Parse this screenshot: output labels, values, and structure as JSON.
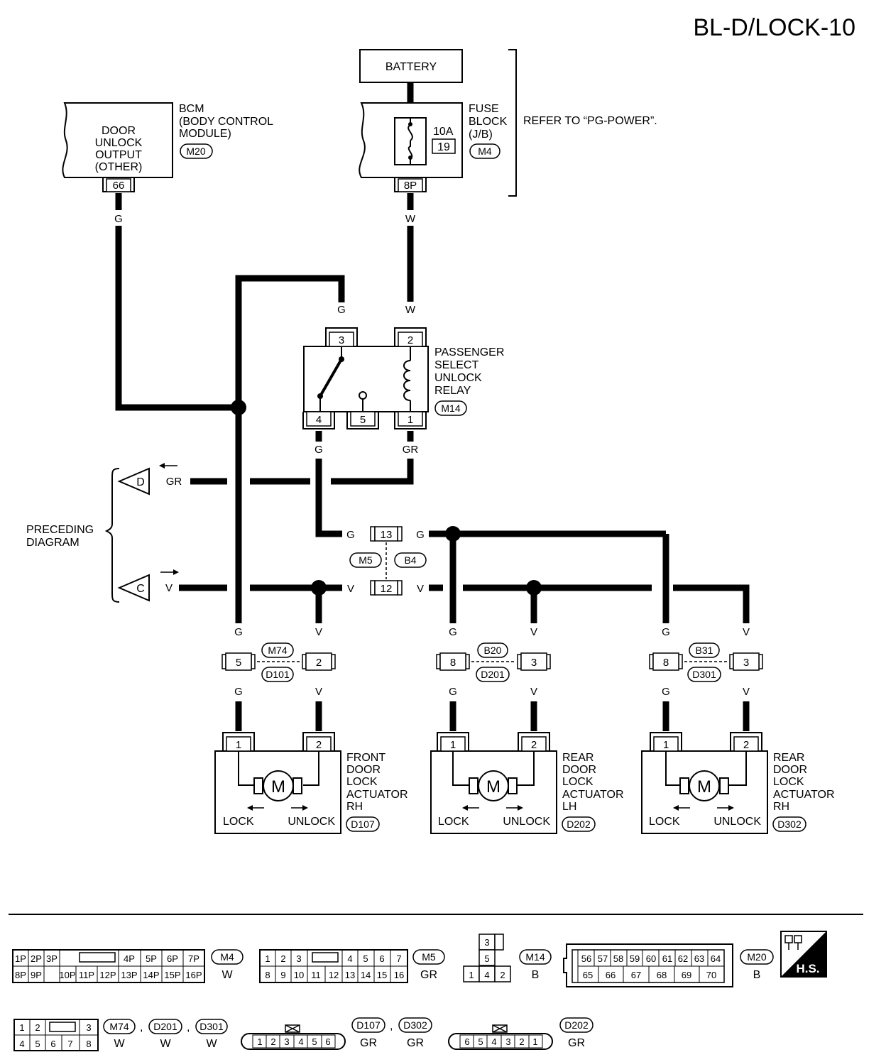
{
  "page_id": "BL-D/LOCK-10",
  "battery": {
    "label": "BATTERY"
  },
  "fuse_block": {
    "name_lines": [
      "FUSE",
      "BLOCK",
      "(J/B)"
    ],
    "connector": "M4",
    "rating": "10A",
    "fuse_no": "19",
    "terminal": "8P",
    "refer": "REFER TO “PG-POWER”."
  },
  "bcm": {
    "name_lines": [
      "BCM",
      "(BODY CONTROL",
      "MODULE)"
    ],
    "connector": "M20",
    "inner_lines": [
      "DOOR",
      "UNLOCK",
      "OUTPUT",
      "(OTHER)"
    ],
    "terminal": "66"
  },
  "relay": {
    "name_lines": [
      "PASSENGER",
      "SELECT",
      "UNLOCK",
      "RELAY"
    ],
    "connector": "M14",
    "pins": {
      "p3": "3",
      "p2": "2",
      "p4": "4",
      "p5": "5",
      "p1": "1"
    }
  },
  "preceding": {
    "label_lines": [
      "PRECEDING",
      "DIAGRAM"
    ],
    "d_marker": "D",
    "c_marker": "C"
  },
  "joint": {
    "pin_top": "13",
    "pin_bottom": "12",
    "conn_left": "M5",
    "conn_right": "B4"
  },
  "wire_colors": {
    "bcm_out": "G",
    "fuse_out": "W",
    "relay3_in": "G",
    "relay2_in": "W",
    "relay4_out": "G",
    "relay1_out": "GR",
    "d_line": "GR",
    "joint_g_left": "G",
    "joint_g_right": "G",
    "c_line": "V",
    "joint_v_left": "V",
    "joint_v_right": "V",
    "a1_g_top": "G",
    "a1_v_top": "V",
    "a1_g_bot": "G",
    "a1_v_bot": "V",
    "a2_g_top": "G",
    "a2_v_top": "V",
    "a2_g_bot": "G",
    "a2_v_bot": "V",
    "a3_g_top": "G",
    "a3_v_top": "V",
    "a3_g_bot": "G",
    "a3_v_bot": "V"
  },
  "inline_connectors": [
    {
      "pin_g": "5",
      "pin_v": "2",
      "conn_top": "M74",
      "conn_bot": "D101"
    },
    {
      "pin_g": "8",
      "pin_v": "3",
      "conn_top": "B20",
      "conn_bot": "D201"
    },
    {
      "pin_g": "8",
      "pin_v": "3",
      "conn_top": "B31",
      "conn_bot": "D301"
    }
  ],
  "actuators": [
    {
      "name_lines": [
        "FRONT",
        "DOOR",
        "LOCK",
        "ACTUATOR",
        "RH"
      ],
      "connector": "D107",
      "pin1": "1",
      "pin2": "2",
      "motor": "M",
      "lock": "LOCK",
      "unlock": "UNLOCK"
    },
    {
      "name_lines": [
        "REAR",
        "DOOR",
        "LOCK",
        "ACTUATOR",
        "LH"
      ],
      "connector": "D202",
      "pin1": "1",
      "pin2": "2",
      "motor": "M",
      "lock": "LOCK",
      "unlock": "UNLOCK"
    },
    {
      "name_lines": [
        "REAR",
        "DOOR",
        "LOCK",
        "ACTUATOR",
        "RH"
      ],
      "connector": "D302",
      "pin1": "1",
      "pin2": "2",
      "motor": "M",
      "lock": "LOCK",
      "unlock": "UNLOCK"
    }
  ],
  "connector_views": {
    "m4": {
      "id": "M4",
      "color": "W",
      "row1": [
        "1P",
        "2P",
        "3P",
        "",
        "4P",
        "5P",
        "6P",
        "7P"
      ],
      "row2": [
        "8P",
        "9P",
        "10P",
        "11P",
        "12P",
        "13P",
        "14P",
        "15P",
        "16P"
      ]
    },
    "m5": {
      "id": "M5",
      "color": "GR",
      "row1": [
        "1",
        "2",
        "3",
        "",
        "4",
        "5",
        "6",
        "7"
      ],
      "row2": [
        "8",
        "9",
        "10",
        "11",
        "12",
        "13",
        "14",
        "15",
        "16"
      ]
    },
    "m14": {
      "id": "M14",
      "color": "B",
      "pins": [
        "3",
        "5",
        "1",
        "4",
        "2"
      ]
    },
    "m20": {
      "id": "M20",
      "color": "B",
      "row1": [
        "56",
        "57",
        "58",
        "59",
        "60",
        "61",
        "62",
        "63",
        "64"
      ],
      "row2": [
        "65",
        "66",
        "67",
        "68",
        "69",
        "70"
      ]
    },
    "m74": {
      "ids": [
        "M74",
        "D201",
        "D301"
      ],
      "colors": [
        "W",
        "W",
        "W"
      ],
      "sep": ",",
      "row1": [
        "1",
        "2",
        "",
        "3"
      ],
      "row2": [
        "4",
        "5",
        "6",
        "7",
        "8"
      ]
    },
    "d107": {
      "ids": [
        "D107",
        "D302"
      ],
      "colors": [
        "GR",
        "GR"
      ],
      "sep": ",",
      "pins": [
        "1",
        "2",
        "3",
        "4",
        "5",
        "6"
      ]
    },
    "d202": {
      "id": "D202",
      "color": "GR",
      "pins": [
        "6",
        "5",
        "4",
        "3",
        "2",
        "1"
      ]
    }
  },
  "hs_badge": {
    "label": "H.S."
  }
}
